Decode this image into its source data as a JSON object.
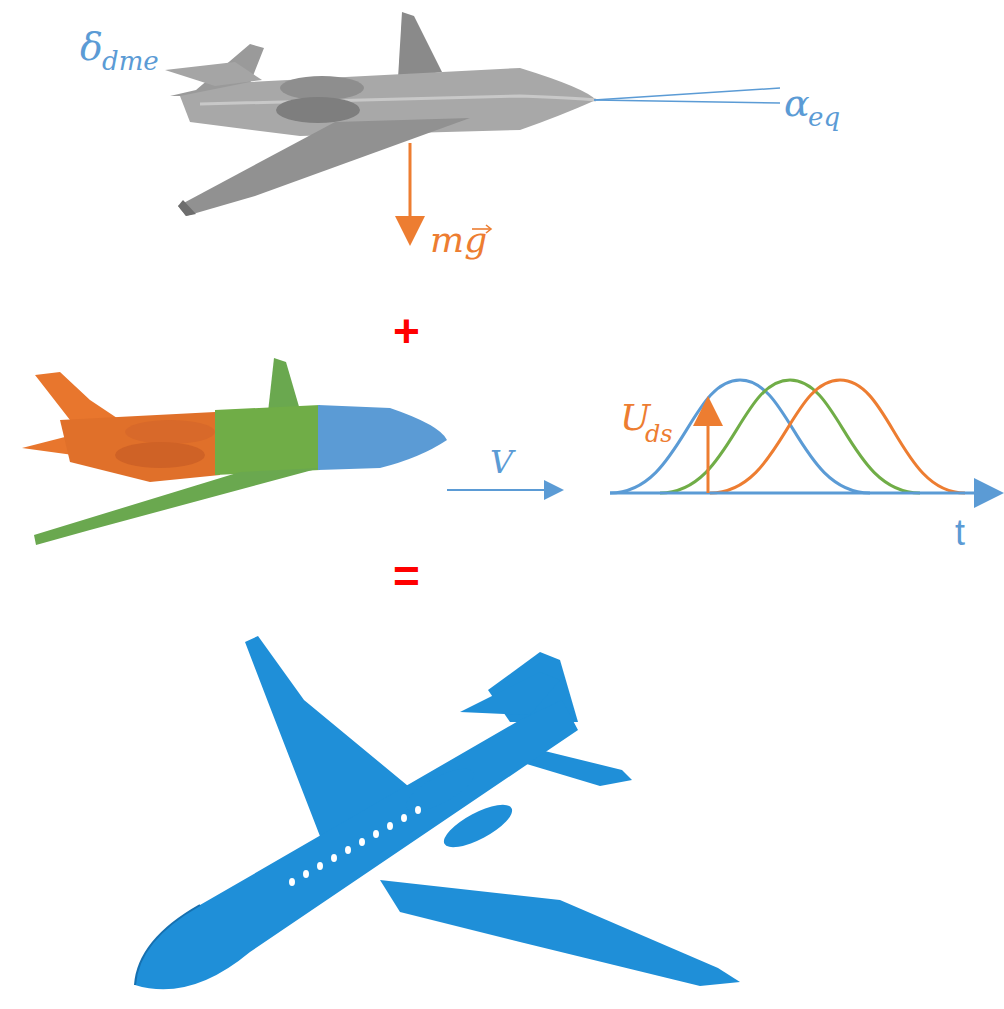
{
  "diagram": {
    "labels": [
      "δ",
      "dme",
      "α",
      "eq",
      "mg",
      "V",
      "U",
      "ds",
      "t",
      "+",
      "="
    ]
  }
}
